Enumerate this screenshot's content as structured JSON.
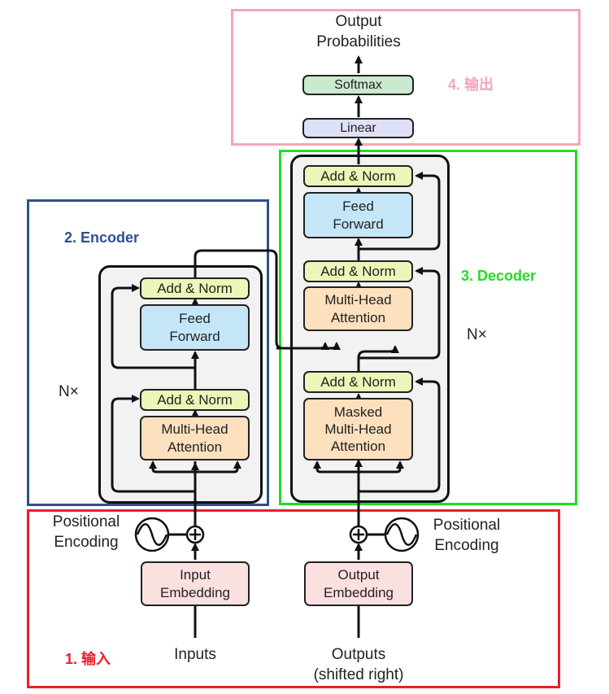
{
  "regions": {
    "input": {
      "label": "1. 输入",
      "color": "#e8202a"
    },
    "encoder": {
      "label": "2. Encoder",
      "color": "#2f4f8f"
    },
    "decoder": {
      "label": "3. Decoder",
      "color": "#22dd22"
    },
    "output": {
      "label": "4. 输出",
      "color": "#f4a6b8"
    }
  },
  "encoder": {
    "add_norm_top": "Add & Norm",
    "feed_forward": "Feed\nForward",
    "add_norm_bottom": "Add & Norm",
    "attention": "Multi-Head\nAttention",
    "repeat": "N×"
  },
  "decoder": {
    "add_norm_top": "Add & Norm",
    "feed_forward": "Feed\nForward",
    "add_norm_mid": "Add & Norm",
    "attention": "Multi-Head\nAttention",
    "add_norm_bottom": "Add & Norm",
    "masked_attention": "Masked\nMulti-Head\nAttention",
    "repeat": "N×"
  },
  "input_side": {
    "embedding": "Input\nEmbedding",
    "positional": "Positional\nEncoding",
    "source": "Inputs"
  },
  "output_side": {
    "embedding": "Output\nEmbedding",
    "positional": "Positional\nEncoding",
    "source": "Outputs\n(shifted right)"
  },
  "head": {
    "linear": "Linear",
    "softmax": "Softmax",
    "result": "Output\nProbabilities"
  }
}
